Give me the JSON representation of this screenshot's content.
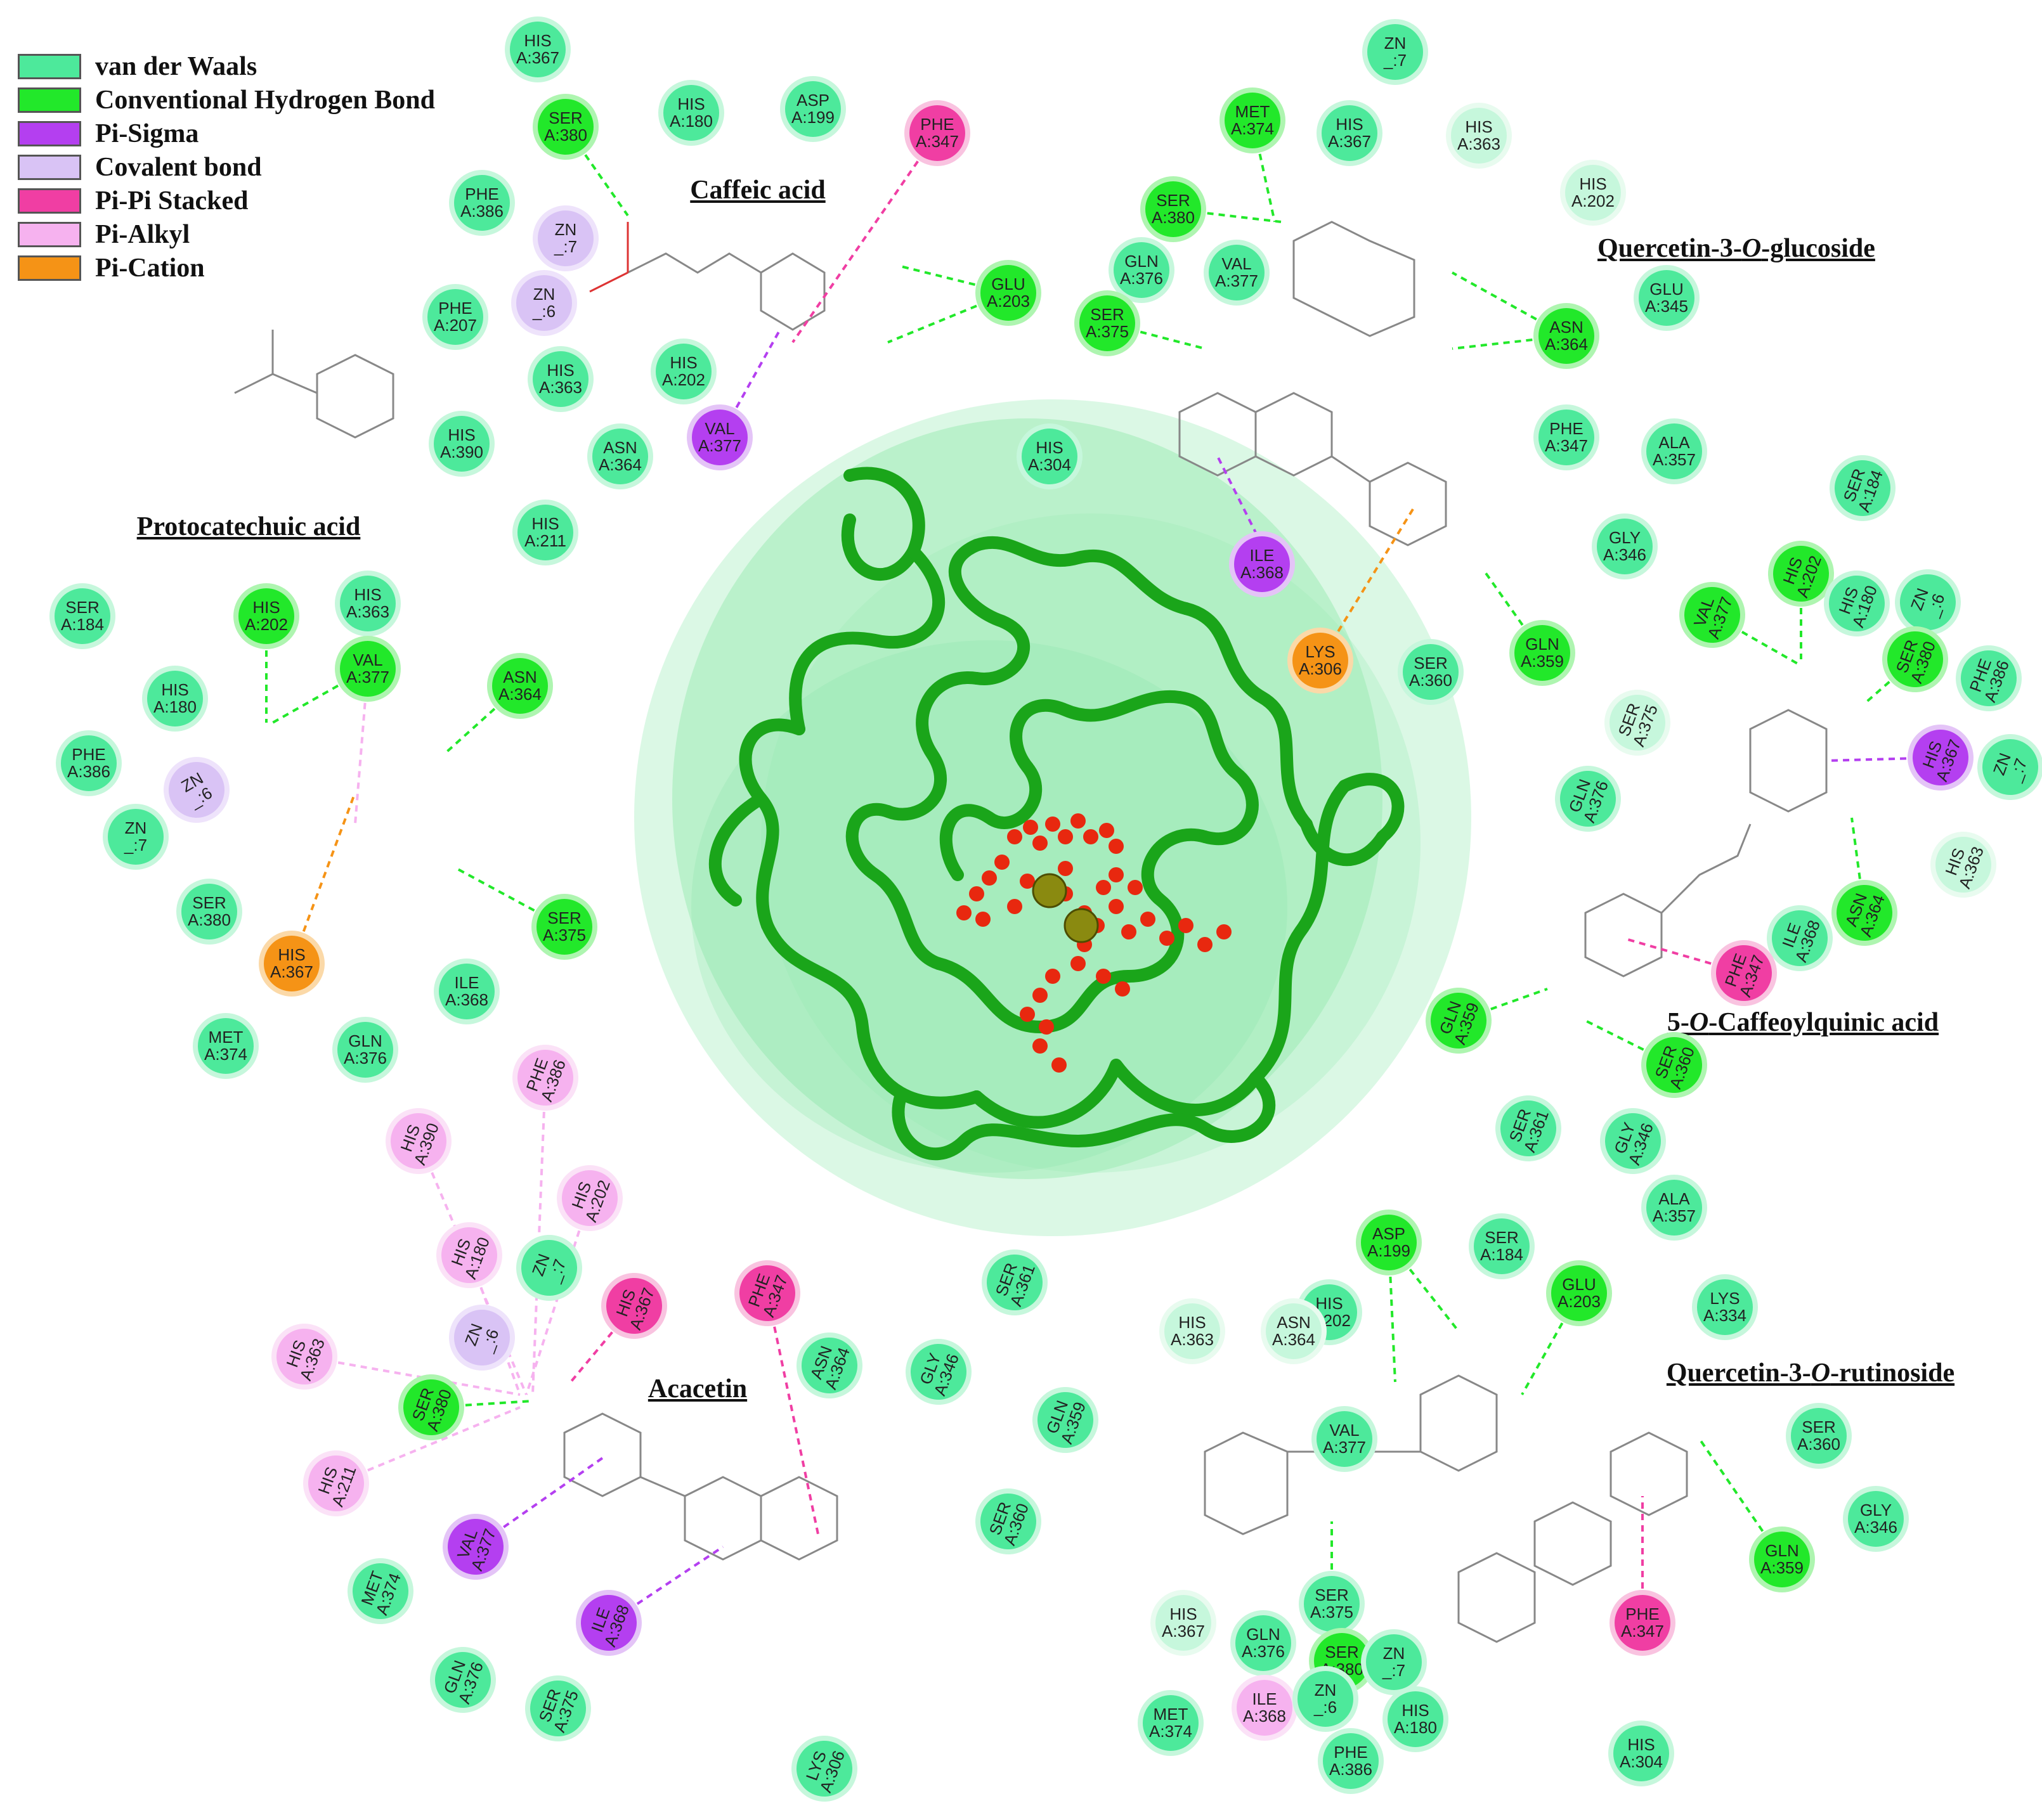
{
  "legend": [
    {
      "label": "van der Waals",
      "color": "#4de99b"
    },
    {
      "label": "Conventional Hydrogen Bond",
      "color": "#22e82a"
    },
    {
      "label": "Pi-Sigma",
      "color": "#b43ff0"
    },
    {
      "label": "Covalent bond",
      "color": "#d9c3f5"
    },
    {
      "label": "Pi-Pi Stacked",
      "color": "#f03ea3"
    },
    {
      "label": "Pi-Alkyl",
      "color": "#f6b2ef"
    },
    {
      "label": "Pi-Cation",
      "color": "#f59316"
    }
  ],
  "ligands": {
    "caffeic": "Caffeic acid",
    "quercetin_glucoside_a": "Quercetin-3-",
    "quercetin_glucoside_o": "O",
    "quercetin_glucoside_b": "-glucoside",
    "protocatechuic": "Protocatechuic acid",
    "caffeoylquinic_a": "5-",
    "caffeoylquinic_o": "O",
    "caffeoylquinic_b": "-Caffeoylquinic acid",
    "acacetin": "Acacetin",
    "quercetin_rutinoside_a": "Quercetin-3-",
    "quercetin_rutinoside_o": "O",
    "quercetin_rutinoside_b": "-rutinoside"
  },
  "interaction_colors": {
    "vdw": "#4de99b",
    "vdw_light": "#c6f7dc",
    "hbond": "#22e82a",
    "pisigma": "#b43ff0",
    "covalent": "#d9c3f5",
    "pipi": "#f03ea3",
    "pialkyl": "#f6b2ef",
    "pication": "#f59316"
  },
  "residues": [
    {
      "n": "HIS",
      "i": "A:367",
      "t": "vdw"
    },
    {
      "n": "SER",
      "i": "A:380",
      "t": "hbond"
    },
    {
      "n": "HIS",
      "i": "A:180",
      "t": "vdw"
    },
    {
      "n": "ASP",
      "i": "A:199",
      "t": "vdw"
    },
    {
      "n": "PHE",
      "i": "A:347",
      "t": "pipi"
    },
    {
      "n": "PHE",
      "i": "A:386",
      "t": "vdw"
    },
    {
      "n": "ZN",
      "i": "_:7",
      "t": "covalent"
    },
    {
      "n": "ZN",
      "i": "_:6",
      "t": "covalent"
    },
    {
      "n": "PHE",
      "i": "A:207",
      "t": "vdw"
    },
    {
      "n": "GLU",
      "i": "A:203",
      "t": "hbond"
    },
    {
      "n": "HIS",
      "i": "A:363",
      "t": "vdw"
    },
    {
      "n": "HIS",
      "i": "A:202",
      "t": "vdw"
    },
    {
      "n": "HIS",
      "i": "A:390",
      "t": "vdw"
    },
    {
      "n": "ASN",
      "i": "A:364",
      "t": "vdw"
    },
    {
      "n": "VAL",
      "i": "A:377",
      "t": "pisigma"
    },
    {
      "n": "HIS",
      "i": "A:211",
      "t": "vdw"
    },
    {
      "n": "HIS",
      "i": "A:304",
      "t": "vdw"
    },
    {
      "n": "ZN",
      "i": "_:7",
      "t": "vdw"
    },
    {
      "n": "MET",
      "i": "A:374",
      "t": "hbond"
    },
    {
      "n": "HIS",
      "i": "A:367",
      "t": "vdw"
    },
    {
      "n": "HIS",
      "i": "A:363",
      "t": "vdw_light"
    },
    {
      "n": "HIS",
      "i": "A:202",
      "t": "vdw_light"
    },
    {
      "n": "SER",
      "i": "A:380",
      "t": "hbond"
    },
    {
      "n": "GLN",
      "i": "A:376",
      "t": "vdw"
    },
    {
      "n": "VAL",
      "i": "A:377",
      "t": "vdw"
    },
    {
      "n": "SER",
      "i": "A:375",
      "t": "hbond"
    },
    {
      "n": "ASN",
      "i": "A:364",
      "t": "hbond"
    },
    {
      "n": "GLU",
      "i": "A:345",
      "t": "vdw"
    },
    {
      "n": "PHE",
      "i": "A:347",
      "t": "vdw"
    },
    {
      "n": "ALA",
      "i": "A:357",
      "t": "vdw"
    },
    {
      "n": "ILE",
      "i": "A:368",
      "t": "pisigma"
    },
    {
      "n": "LYS",
      "i": "A:306",
      "t": "pication"
    },
    {
      "n": "SER",
      "i": "A:360",
      "t": "vdw"
    },
    {
      "n": "GLN",
      "i": "A:359",
      "t": "hbond"
    },
    {
      "n": "SER",
      "i": "A:184",
      "t": "vdw"
    },
    {
      "n": "HIS",
      "i": "A:202",
      "t": "hbond"
    },
    {
      "n": "HIS",
      "i": "A:363",
      "t": "vdw"
    },
    {
      "n": "VAL",
      "i": "A:377",
      "t": "hbond"
    },
    {
      "n": "ASN",
      "i": "A:364",
      "t": "hbond"
    },
    {
      "n": "HIS",
      "i": "A:180",
      "t": "vdw"
    },
    {
      "n": "PHE",
      "i": "A:386",
      "t": "vdw"
    },
    {
      "n": "ZN",
      "i": "_:6",
      "t": "covalent"
    },
    {
      "n": "ZN",
      "i": "_:7",
      "t": "vdw"
    },
    {
      "n": "SER",
      "i": "A:375",
      "t": "hbond"
    },
    {
      "n": "SER",
      "i": "A:380",
      "t": "vdw"
    },
    {
      "n": "HIS",
      "i": "A:367",
      "t": "pication"
    },
    {
      "n": "ILE",
      "i": "A:368",
      "t": "vdw"
    },
    {
      "n": "MET",
      "i": "A:374",
      "t": "vdw"
    },
    {
      "n": "GLN",
      "i": "A:376",
      "t": "vdw"
    },
    {
      "n": "SER",
      "i": "A:184",
      "t": "vdw"
    },
    {
      "n": "GLY",
      "i": "A:346",
      "t": "vdw"
    },
    {
      "n": "HIS",
      "i": "A:202",
      "t": "hbond"
    },
    {
      "n": "VAL",
      "i": "A:377",
      "t": "hbond"
    },
    {
      "n": "HIS",
      "i": "A:180",
      "t": "vdw"
    },
    {
      "n": "ZN",
      "i": "_:6",
      "t": "vdw"
    },
    {
      "n": "SER",
      "i": "A:380",
      "t": "hbond"
    },
    {
      "n": "PHE",
      "i": "A:386",
      "t": "vdw"
    },
    {
      "n": "SER",
      "i": "A:375",
      "t": "vdw_light"
    },
    {
      "n": "HIS",
      "i": "A:367",
      "t": "pisigma"
    },
    {
      "n": "ZN",
      "i": "_:7",
      "t": "vdw"
    },
    {
      "n": "GLN",
      "i": "A:376",
      "t": "vdw"
    },
    {
      "n": "HIS",
      "i": "A:363",
      "t": "vdw_light"
    },
    {
      "n": "ASN",
      "i": "A:364",
      "t": "hbond"
    },
    {
      "n": "ILE",
      "i": "A:368",
      "t": "vdw"
    },
    {
      "n": "PHE",
      "i": "A:347",
      "t": "pipi"
    },
    {
      "n": "GLN",
      "i": "A:359",
      "t": "hbond"
    },
    {
      "n": "SER",
      "i": "A:360",
      "t": "hbond"
    },
    {
      "n": "SER",
      "i": "A:361",
      "t": "vdw"
    },
    {
      "n": "GLY",
      "i": "A:346",
      "t": "vdw"
    },
    {
      "n": "ALA",
      "i": "A:357",
      "t": "vdw"
    },
    {
      "n": "PHE",
      "i": "A:386",
      "t": "pialkyl"
    },
    {
      "n": "HIS",
      "i": "A:390",
      "t": "pialkyl"
    },
    {
      "n": "HIS",
      "i": "A:202",
      "t": "pialkyl"
    },
    {
      "n": "HIS",
      "i": "A:180",
      "t": "pialkyl"
    },
    {
      "n": "ZN",
      "i": "_:7",
      "t": "vdw"
    },
    {
      "n": "HIS",
      "i": "A:367",
      "t": "pipi"
    },
    {
      "n": "PHE",
      "i": "A:347",
      "t": "pipi"
    },
    {
      "n": "ZN",
      "i": "_:6",
      "t": "covalent"
    },
    {
      "n": "HIS",
      "i": "A:363",
      "t": "pialkyl"
    },
    {
      "n": "SER",
      "i": "A:380",
      "t": "hbond"
    },
    {
      "n": "HIS",
      "i": "A:211",
      "t": "pialkyl"
    },
    {
      "n": "VAL",
      "i": "A:377",
      "t": "pisigma"
    },
    {
      "n": "ILE",
      "i": "A:368",
      "t": "pisigma"
    },
    {
      "n": "MET",
      "i": "A:374",
      "t": "vdw"
    },
    {
      "n": "GLN",
      "i": "A:376",
      "t": "vdw"
    },
    {
      "n": "SER",
      "i": "A:375",
      "t": "vdw"
    },
    {
      "n": "LYS",
      "i": "A:306",
      "t": "vdw"
    },
    {
      "n": "ASN",
      "i": "A:364",
      "t": "vdw"
    },
    {
      "n": "GLY",
      "i": "A:346",
      "t": "vdw"
    },
    {
      "n": "SER",
      "i": "A:361",
      "t": "vdw"
    },
    {
      "n": "GLN",
      "i": "A:359",
      "t": "vdw"
    },
    {
      "n": "SER",
      "i": "A:360",
      "t": "vdw"
    },
    {
      "n": "ASP",
      "i": "A:199",
      "t": "hbond"
    },
    {
      "n": "SER",
      "i": "A:184",
      "t": "vdw"
    },
    {
      "n": "GLU",
      "i": "A:203",
      "t": "hbond"
    },
    {
      "n": "LYS",
      "i": "A:334",
      "t": "vdw"
    },
    {
      "n": "HIS",
      "i": "A:363",
      "t": "vdw_light"
    },
    {
      "n": "HIS",
      "i": "A:202",
      "t": "vdw"
    },
    {
      "n": "ASN",
      "i": "A:364",
      "t": "vdw_light"
    },
    {
      "n": "VAL",
      "i": "A:377",
      "t": "vdw"
    },
    {
      "n": "SER",
      "i": "A:360",
      "t": "vdw"
    },
    {
      "n": "GLY",
      "i": "A:346",
      "t": "vdw"
    },
    {
      "n": "GLN",
      "i": "A:359",
      "t": "hbond"
    },
    {
      "n": "SER",
      "i": "A:375",
      "t": "vdw"
    },
    {
      "n": "HIS",
      "i": "A:367",
      "t": "vdw_light"
    },
    {
      "n": "GLN",
      "i": "A:376",
      "t": "vdw"
    },
    {
      "n": "SER",
      "i": "A:380",
      "t": "hbond"
    },
    {
      "n": "ZN",
      "i": "_:7",
      "t": "vdw"
    },
    {
      "n": "PHE",
      "i": "A:347",
      "t": "pipi"
    },
    {
      "n": "MET",
      "i": "A:374",
      "t": "vdw"
    },
    {
      "n": "ILE",
      "i": "A:368",
      "t": "pialkyl"
    },
    {
      "n": "ZN",
      "i": "_:6",
      "t": "vdw"
    },
    {
      "n": "HIS",
      "i": "A:180",
      "t": "vdw"
    },
    {
      "n": "PHE",
      "i": "A:386",
      "t": "vdw"
    },
    {
      "n": "HIS",
      "i": "A:304",
      "t": "vdw"
    }
  ]
}
